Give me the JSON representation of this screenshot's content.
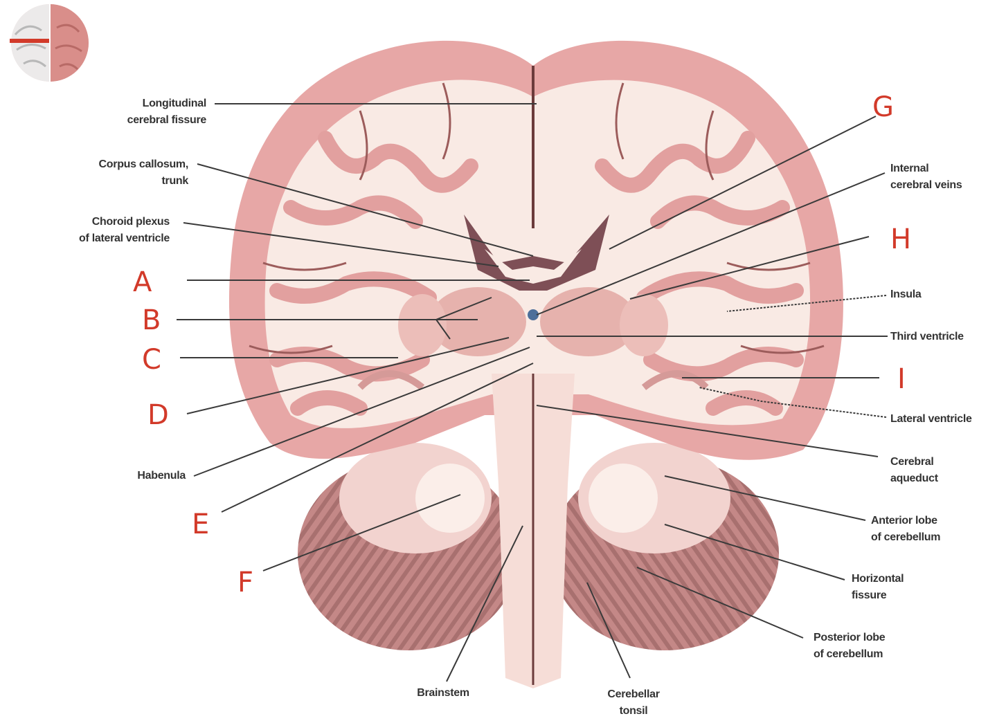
{
  "labels": {
    "longitudinal": [
      "Longitudinal",
      "cerebral fissure"
    ],
    "corpus_callosum": [
      "Corpus callosum,",
      "trunk"
    ],
    "choroid_plexus": [
      "Choroid plexus",
      "of lateral ventricle"
    ],
    "habenula": [
      "Habenula"
    ],
    "internal_veins": [
      "Internal",
      "cerebral veins"
    ],
    "insula": [
      "Insula"
    ],
    "third_ventricle": [
      "Third ventricle"
    ],
    "lateral_ventricle": [
      "Lateral ventricle"
    ],
    "aqueduct": [
      "Cerebral",
      "aqueduct"
    ],
    "anterior_lobe": [
      "Anterior lobe",
      "of cerebellum"
    ],
    "horizontal_fissure": [
      "Horizontal",
      "fissure"
    ],
    "posterior_lobe": [
      "Posterior lobe",
      "of cerebellum"
    ],
    "brainstem": [
      "Brainstem"
    ],
    "tonsil": [
      "Cerebellar",
      "tonsil"
    ]
  },
  "letters": {
    "a": "A",
    "b": "B",
    "c": "C",
    "d": "D",
    "e": "E",
    "f": "F",
    "g": "G",
    "h": "H",
    "i": "I"
  },
  "colors": {
    "cortex": "#e7a7a6",
    "white_matter": "#f9eae4",
    "cerebellum": "#b97d7c",
    "leader": "#3a3a3a",
    "handwritten": "#d23a2a"
  }
}
